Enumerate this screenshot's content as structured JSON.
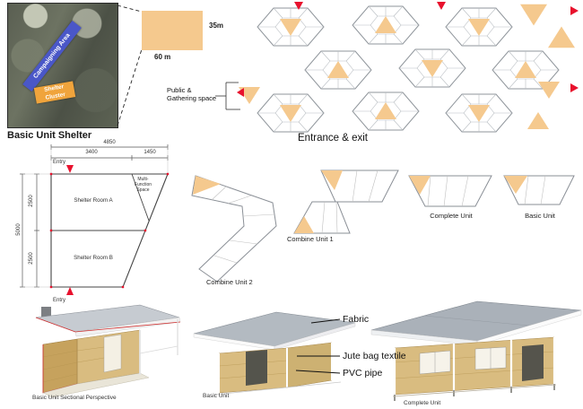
{
  "title": "Basic Unit Shelter",
  "aerial": {
    "campaigning": "Campaigning Area",
    "shelter": "Shelter Cluster"
  },
  "callout": {
    "width": "35m",
    "depth": "60 m"
  },
  "site_plan": {
    "public_space": "Public & Gathering space",
    "entrance": "Entrance & exit"
  },
  "floor_plan": {
    "dim_overall_width": "4850",
    "dim_room_width": "3400",
    "dim_multi_width": "1450",
    "dim_overall_depth": "5000",
    "dim_room_a_depth": "2500",
    "dim_room_b_depth": "2500",
    "entry_top": "Entry",
    "entry_bottom": "Entry",
    "room_a": "Shelter Room A",
    "room_b": "Shelter Room B",
    "multi_space": "Multi-Function Space"
  },
  "unit_plans": {
    "combine_2": "Combine Unit 2",
    "combine_1": "Combine Unit 1",
    "complete": "Complete Unit",
    "basic": "Basic Unit"
  },
  "materials": {
    "fabric": "Fabric",
    "jute": "Jute bag textile",
    "pvc": "PVC pipe"
  },
  "captions": {
    "sectional": "Basic Unit Sectional Perspective",
    "basic_unit": "Basic Unit",
    "complete_unit": "Complete Unit"
  },
  "colors": {
    "gathering_orange": "#F5C98E",
    "campaigning_blue": "#4A57C8",
    "shelter_tag_orange": "#F0A43C",
    "arrow_red": "#E8112D",
    "wall_tan": "#D9BC80",
    "roof_gray": "#AAB1B9"
  }
}
